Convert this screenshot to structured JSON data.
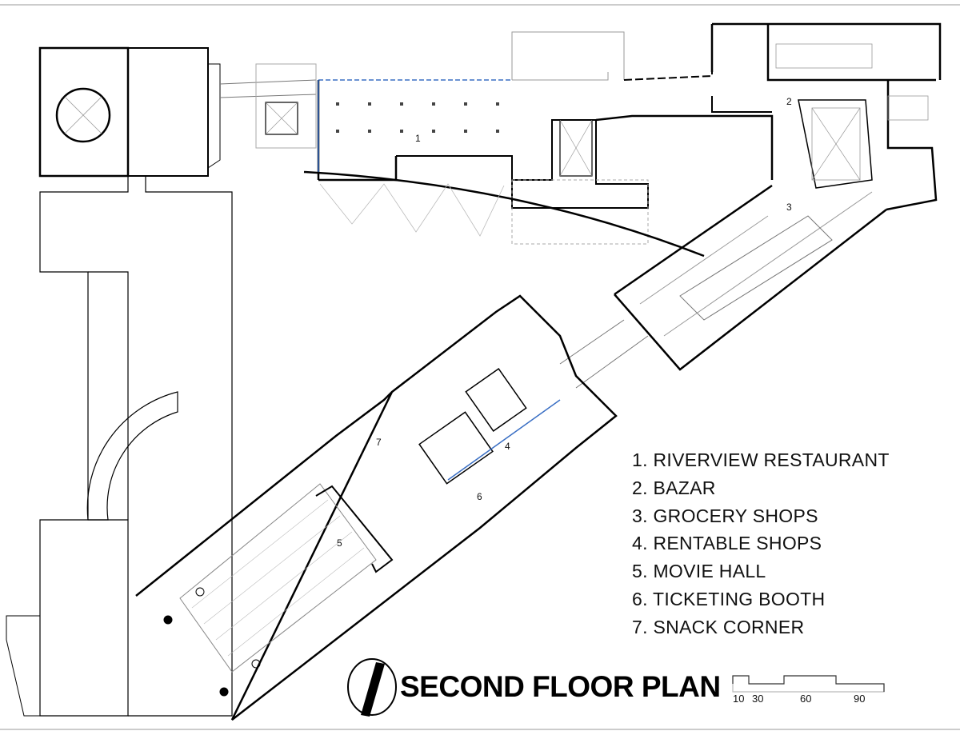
{
  "title": "SECOND FLOOR PLAN",
  "legend": [
    "1. RIVERVIEW RESTAURANT",
    "2. BAZAR",
    "3. GROCERY SHOPS",
    "4. RENTABLE SHOPS",
    "5. MOVIE HALL",
    "6. TICKETING BOOTH",
    "7. SNACK CORNER"
  ],
  "room_numbers": [
    "1",
    "2",
    "3",
    "4",
    "5",
    "6",
    "7"
  ],
  "scale_bar": {
    "labels": [
      "10",
      "30",
      "60",
      "90"
    ]
  },
  "north_arrow_icon": "north-arrow-icon",
  "colors": {
    "wall": "#000000",
    "thin_line": "#888888",
    "glazing": "#3a6fc4",
    "border": "#bbbbbb"
  }
}
